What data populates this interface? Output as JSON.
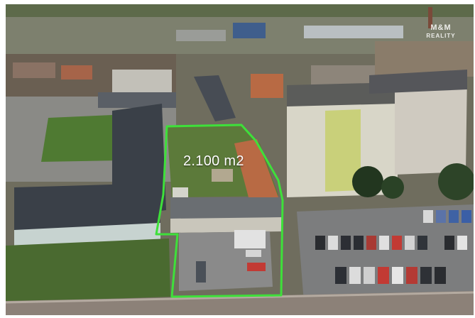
{
  "plot": {
    "area_label": "2.100 m2"
  },
  "watermark": {
    "top": "M&M",
    "bottom": "REALITY"
  },
  "colors": {
    "boundary": "#3ee03a",
    "grass": "#5c7a3a",
    "roof_dark": "#3a4048",
    "roof_orange": "#b86a44",
    "panel_wall": "#d8d6c8",
    "paved": "#8a8a8a"
  }
}
